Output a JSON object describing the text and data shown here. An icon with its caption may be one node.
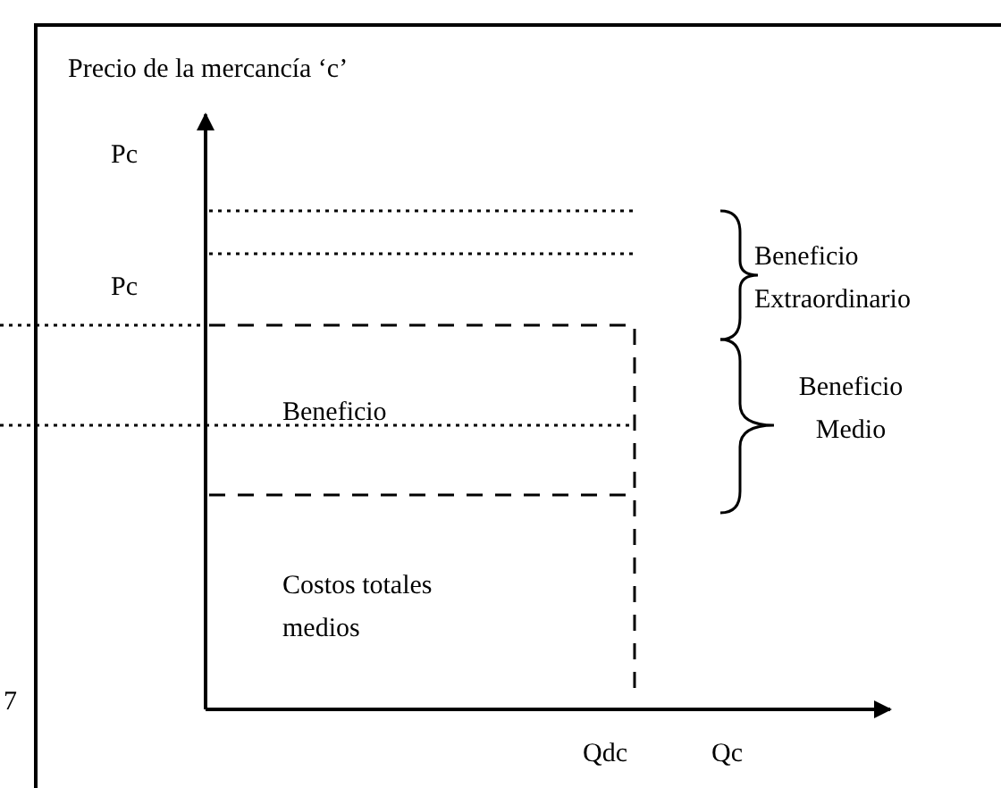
{
  "diagram": {
    "labels": [
      "Precio de la mercancía ‘c’",
      "Pc",
      "Pc",
      "Beneficio Extraordinario",
      "Beneficio",
      "Beneficio Medio",
      "Costos totales medios",
      "7",
      "Qdc",
      "Qc"
    ]
  }
}
